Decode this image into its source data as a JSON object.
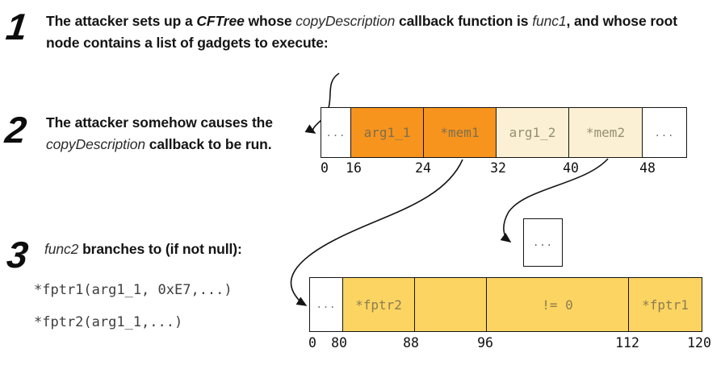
{
  "colors": {
    "orange": "#F7941D",
    "cream": "#FBF0D3",
    "gold": "#FCD462",
    "line": "#141414"
  },
  "steps": {
    "s1": {
      "num": "1",
      "seg": [
        "The attacker sets up a ",
        "CFTree",
        " whose ",
        "copyDescription",
        " callback function is ",
        "func1",
        ", and whose root",
        "node contains a list of gadgets to execute:"
      ]
    },
    "s2": {
      "num": "2",
      "seg": [
        "The attacker somehow causes the",
        "copyDescription",
        " callback to be run."
      ]
    },
    "s3": {
      "num": "3",
      "seg": [
        "func2",
        " branches to (if not null):"
      ],
      "code": [
        "*fptr1(arg1_1, 0xE7,...)",
        "*fptr2(arg1_1,...)"
      ]
    }
  },
  "root_array": {
    "cells": [
      {
        "label": "..."
      },
      {
        "label": "arg1_1"
      },
      {
        "label": "*mem1"
      },
      {
        "label": "arg1_2"
      },
      {
        "label": "*mem2"
      },
      {
        "label": "..."
      }
    ],
    "offsets": [
      "0",
      "16",
      "24",
      "32",
      "40",
      "48"
    ]
  },
  "gadget_array": {
    "cells": [
      {
        "label": "..."
      },
      {
        "label": "*fptr2"
      },
      {
        "label": ""
      },
      {
        "label": "!= 0"
      },
      {
        "label": "*fptr1"
      }
    ],
    "offsets": [
      "0",
      "80",
      "88",
      "96",
      "112",
      "120"
    ]
  },
  "detached_box": {
    "label": "..."
  }
}
